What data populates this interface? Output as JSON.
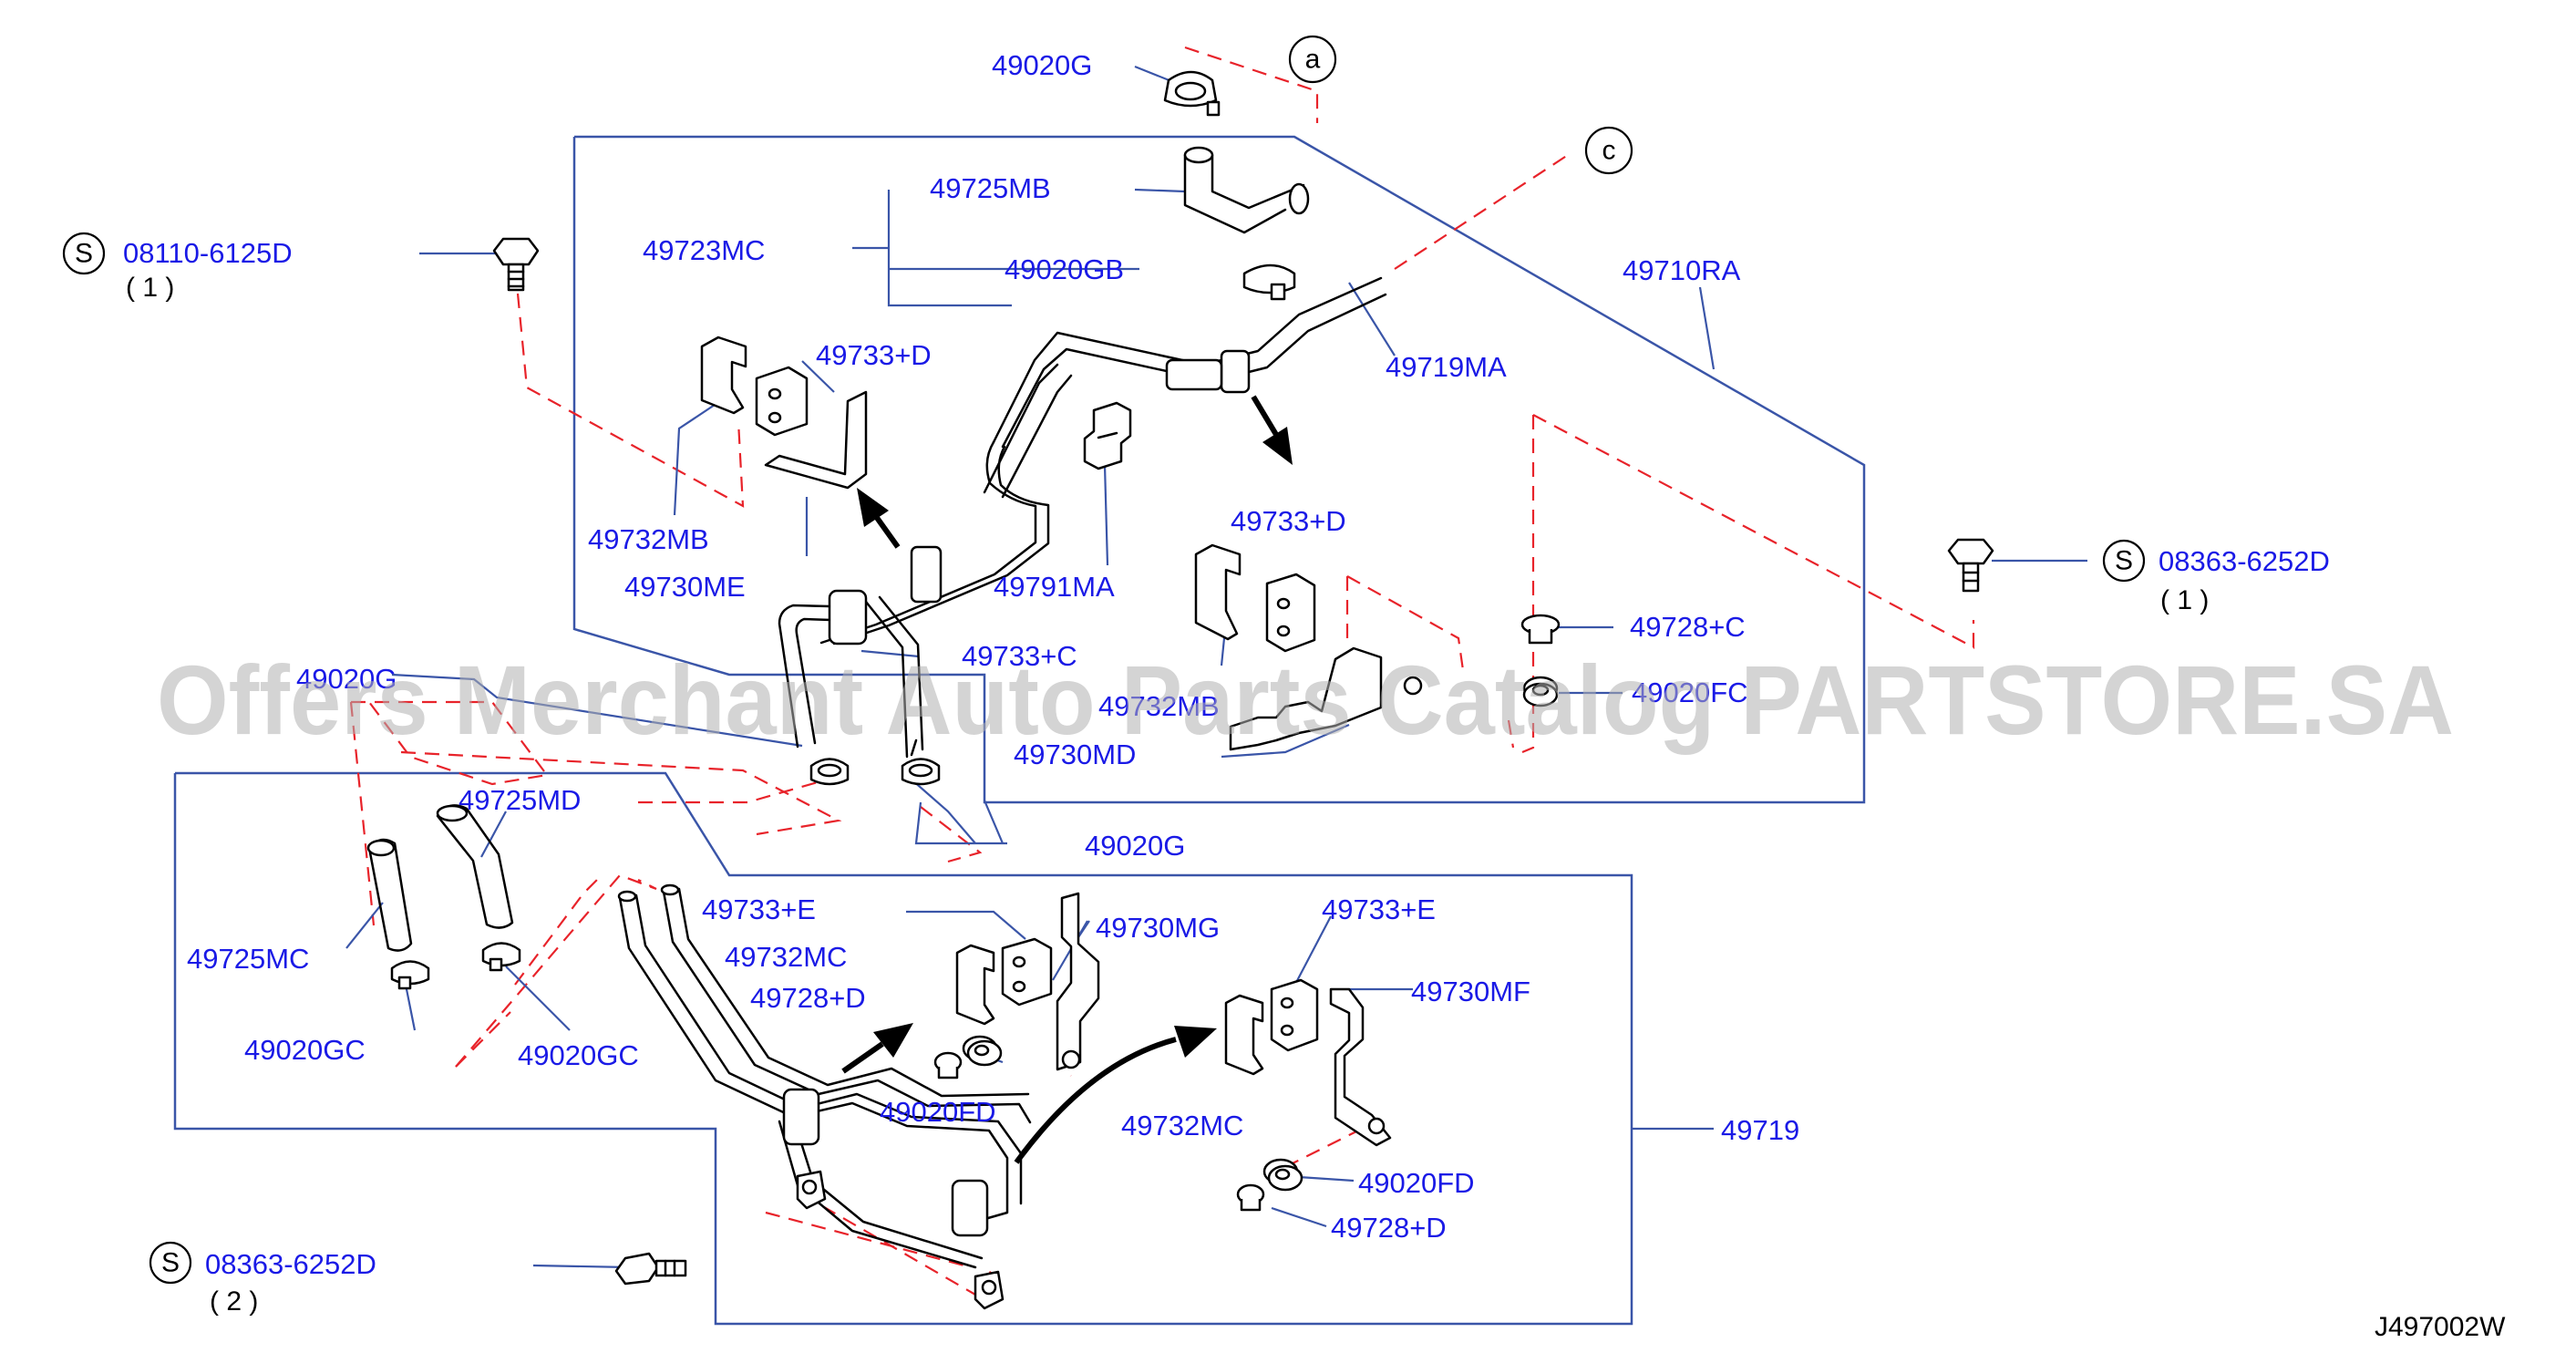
{
  "diagram": {
    "diagram_code": "J497002W",
    "watermark": "Offers Merchant Auto Parts Catalog PARTSTORE.SA",
    "callouts": {
      "a": "a",
      "c": "c",
      "s1": "S",
      "s2": "S",
      "s3": "S"
    },
    "labels": {
      "p49020G_top": "49020G",
      "p49725MB": "49725MB",
      "p49723MC": "49723MC",
      "p49020GB": "49020GB",
      "p08110": "08110-6125D",
      "p08110_qty": "( 1 )",
      "p49710RA": "49710RA",
      "p49719MA": "49719MA",
      "p49733D_a": "49733+D",
      "p49732MB": "49732MB",
      "p49730ME": "49730ME",
      "p49791MA": "49791MA",
      "p49733D_b": "49733+D",
      "p08363_a": "08363-6252D",
      "p08363_a_qty": "( 1 )",
      "p49733C": "49733+C",
      "p49728C": "49728+C",
      "p49020G_left": "49020G",
      "p49732MB_mid": "49732MB",
      "p49020FC": "49020FC",
      "p49730MD": "49730MD",
      "p49725MD": "49725MD",
      "p49020G_mid": "49020G",
      "p49733E_a": "49733+E",
      "p49730MG": "49730MG",
      "p49733E_b": "49733+E",
      "p49725MC": "49725MC",
      "p49732MC_a": "49732MC",
      "p49728D_a": "49728+D",
      "p49730MF": "49730MF",
      "p49020GC_a": "49020GC",
      "p49020GC_b": "49020GC",
      "p49020FD_a": "49020FD",
      "p49732MC_b": "49732MC",
      "p49719": "49719",
      "p49020FD_b": "49020FD",
      "p49728D_b": "49728+D",
      "p08363_b": "08363-6252D",
      "p08363_b_qty": "( 2 )"
    }
  }
}
